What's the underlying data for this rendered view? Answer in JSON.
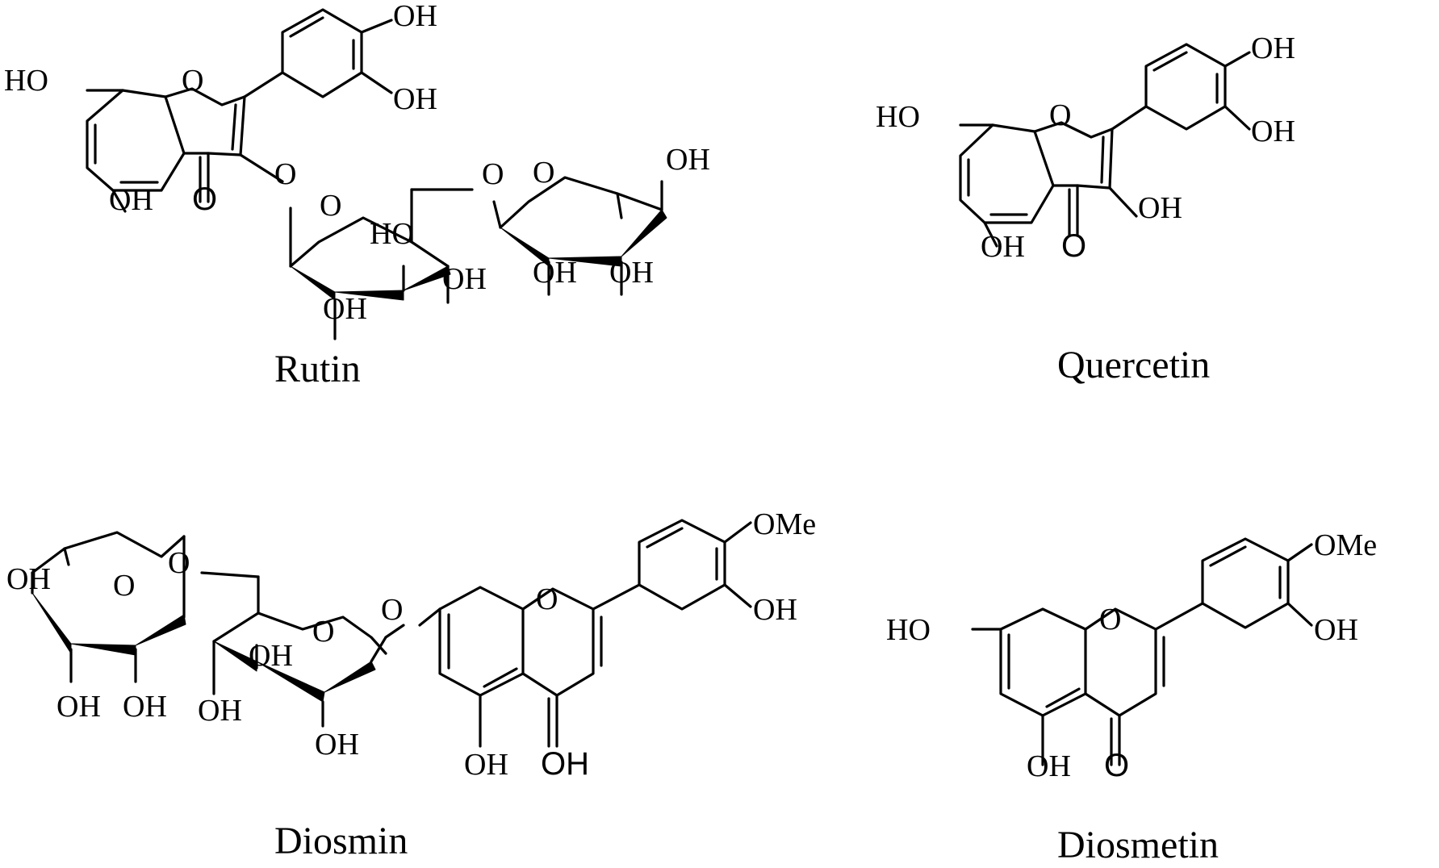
{
  "compounds": [
    {
      "name": "Rutin",
      "labels": [
        "OH",
        "OH",
        "HO",
        "O",
        "O",
        "OH",
        "O",
        "O",
        "O",
        "OH",
        "O",
        "HO",
        "OH",
        "OH",
        "OH",
        "OH"
      ]
    },
    {
      "name": "Quercetin",
      "labels": [
        "OH",
        "HO",
        "O",
        "OH",
        "OH",
        "OH",
        "O"
      ]
    },
    {
      "name": "Diosmin",
      "labels": [
        "OMe",
        "OH",
        "O",
        "O",
        "OH",
        "O",
        "O",
        "O",
        "OH",
        "OH",
        "OH",
        "OH",
        "OH",
        "OH",
        "OH"
      ]
    },
    {
      "name": "Diosmetin",
      "labels": [
        "OMe",
        "HO",
        "O",
        "OH",
        "OH",
        "O"
      ]
    }
  ]
}
